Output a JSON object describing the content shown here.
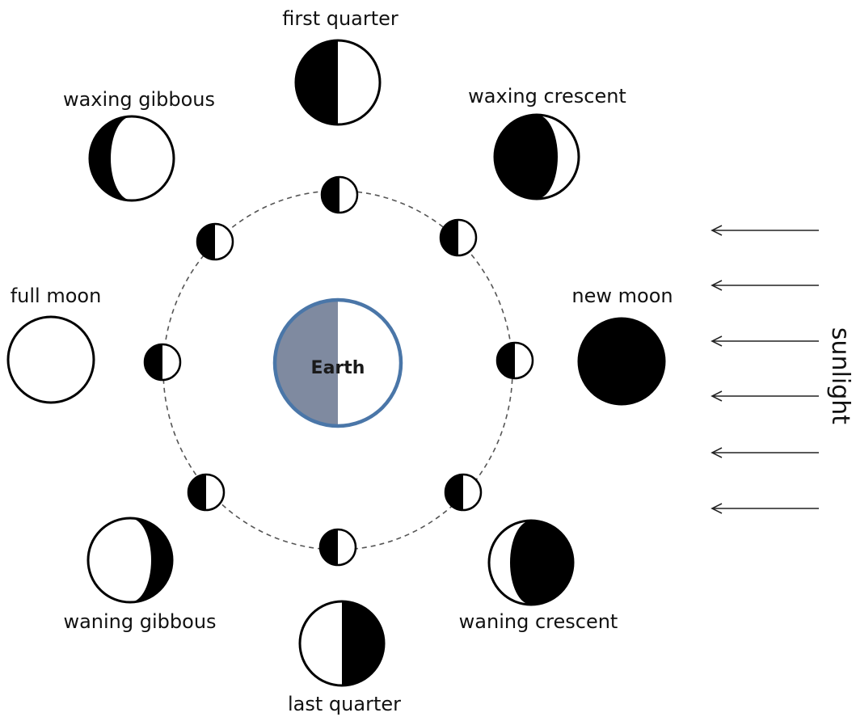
{
  "labels": {
    "first_quarter": "first quarter",
    "waxing_gibbous": "waxing gibbous",
    "waxing_crescent": "waxing crescent",
    "full_moon": "full moon",
    "new_moon": "new moon",
    "waning_gibbous": "waning gibbous",
    "waning_crescent": "waning crescent",
    "last_quarter": "last quarter",
    "earth": "Earth",
    "sunlight": "sunlight"
  },
  "colors": {
    "dark": "#000000",
    "light": "#ffffff",
    "earth_night": "#7f8aa0",
    "earth_outline": "#4a76a8",
    "orbit": "#555555"
  },
  "orbit_moon_count": 8,
  "sunlight_arrow_count": 6
}
